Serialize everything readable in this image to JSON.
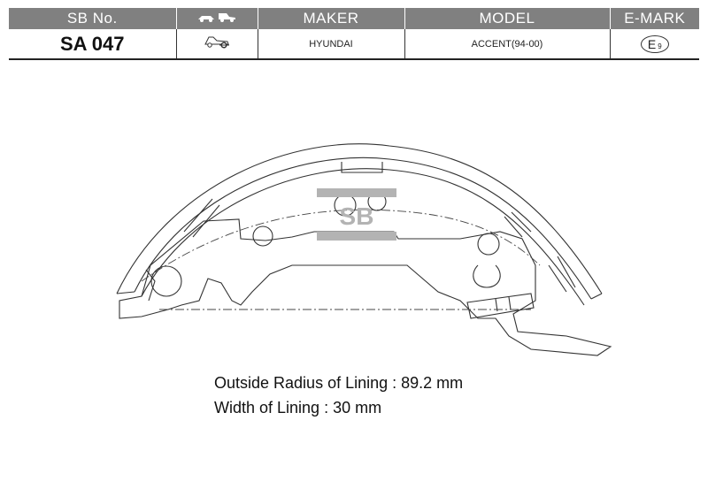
{
  "header": {
    "sbno_label": "SB No.",
    "application_icon": "car-and-truck-icon",
    "maker_label": "MAKER",
    "model_label": "MODEL",
    "emark_label": "E-MARK"
  },
  "row": {
    "sbno": "SA 047",
    "application_icon": "rear-axle-car-icon",
    "maker": "HYUNDAI",
    "model": "ACCENT(94-00)",
    "emark_letter": "E",
    "emark_number": "9"
  },
  "drawing": {
    "icon": "brake-shoe-drawing",
    "watermark": "SB",
    "watermark_color": "#b3b3b3"
  },
  "specs": {
    "outside_radius": "Outside Radius of Lining : 89.2 mm",
    "lining_width": "Width of Lining : 30 mm"
  }
}
